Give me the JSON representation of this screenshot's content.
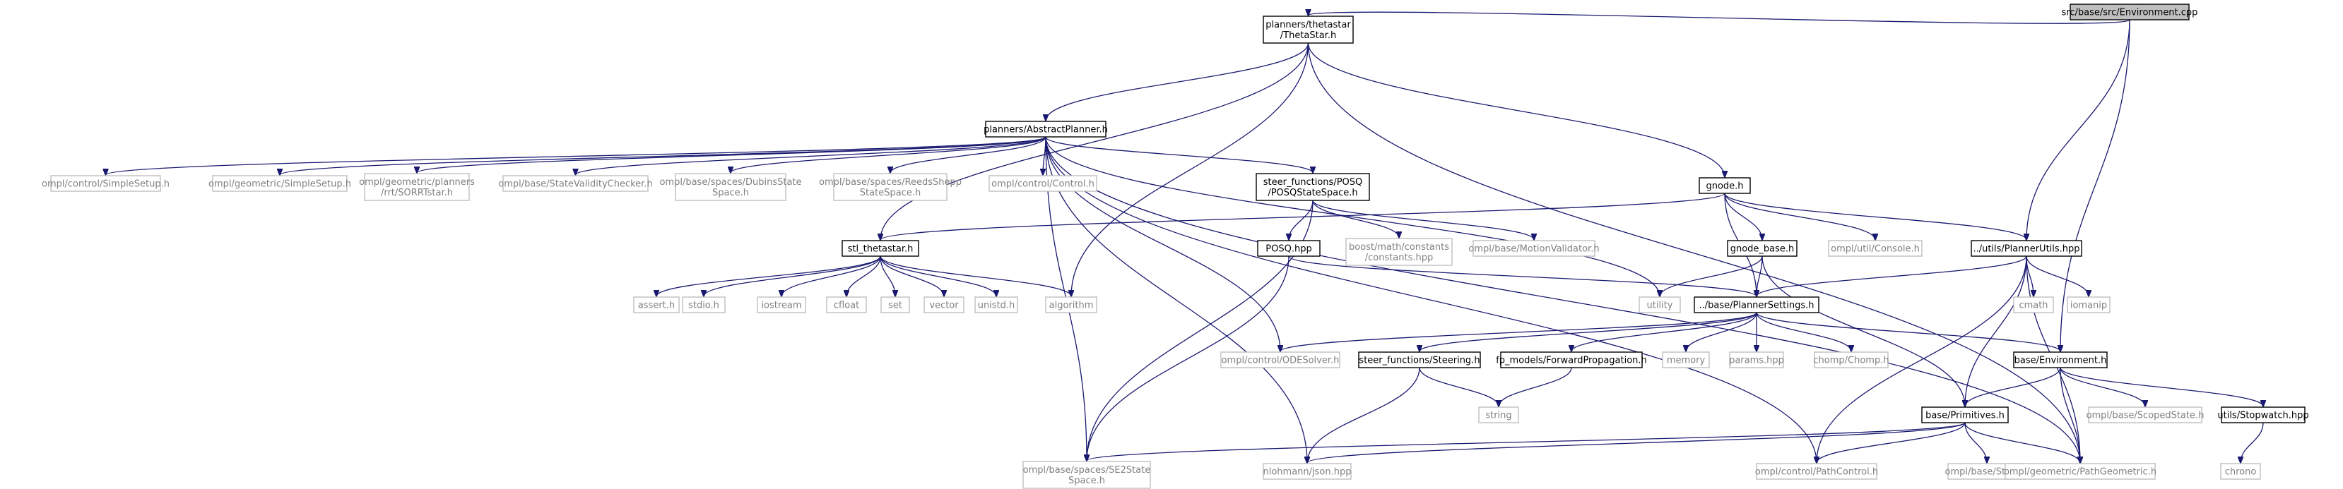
{
  "title": "src/base/src/Environment.cpp",
  "colors": {
    "edge": "#191970",
    "root_fill": "#bfbfbf",
    "root_border": "#000000",
    "local_border": "#000000",
    "system_border": "#bfbfbf",
    "local_text": "#000000",
    "system_text": "#808080"
  },
  "nodes": [
    {
      "id": "root",
      "kind": "root",
      "lines": [
        "src/base/src/Environment.cpp"
      ]
    },
    {
      "id": "thetastar",
      "kind": "local",
      "lines": [
        "planners/thetastar",
        "/ThetaStar.h"
      ]
    },
    {
      "id": "abstract",
      "kind": "local",
      "lines": [
        "planners/AbstractPlanner.h"
      ]
    },
    {
      "id": "ctrl_simple",
      "kind": "system",
      "lines": [
        "ompl/control/SimpleSetup.h"
      ]
    },
    {
      "id": "geo_simple",
      "kind": "system",
      "lines": [
        "ompl/geometric/SimpleSetup.h"
      ]
    },
    {
      "id": "sorrt",
      "kind": "system",
      "lines": [
        "ompl/geometric/planners",
        "/rrt/SORRTstar.h"
      ]
    },
    {
      "id": "svc",
      "kind": "system",
      "lines": [
        "ompl/base/StateValidityChecker.h"
      ]
    },
    {
      "id": "dubins",
      "kind": "system",
      "lines": [
        "ompl/base/spaces/DubinsState",
        "Space.h"
      ]
    },
    {
      "id": "reeds",
      "kind": "system",
      "lines": [
        "ompl/base/spaces/ReedsShepp",
        "StateSpace.h"
      ]
    },
    {
      "id": "ctrl_control",
      "kind": "system",
      "lines": [
        "ompl/control/Control.h"
      ]
    },
    {
      "id": "posq_space",
      "kind": "local",
      "lines": [
        "steer_functions/POSQ",
        "/POSQStateSpace.h"
      ]
    },
    {
      "id": "gnode",
      "kind": "local",
      "lines": [
        "gnode.h"
      ]
    },
    {
      "id": "stl_theta",
      "kind": "local",
      "lines": [
        "stl_thetastar.h"
      ]
    },
    {
      "id": "posq_hpp",
      "kind": "local",
      "lines": [
        "POSQ.hpp"
      ]
    },
    {
      "id": "boost_const",
      "kind": "system",
      "lines": [
        "boost/math/constants",
        "/constants.hpp"
      ]
    },
    {
      "id": "motionval",
      "kind": "system",
      "lines": [
        "ompl/base/MotionValidator.h"
      ]
    },
    {
      "id": "gnode_base",
      "kind": "local",
      "lines": [
        "gnode_base.h"
      ]
    },
    {
      "id": "console",
      "kind": "system",
      "lines": [
        "ompl/util/Console.h"
      ]
    },
    {
      "id": "plannerutils",
      "kind": "local",
      "lines": [
        "../utils/PlannerUtils.hpp"
      ]
    },
    {
      "id": "assert",
      "kind": "system",
      "lines": [
        "assert.h"
      ]
    },
    {
      "id": "stdio",
      "kind": "system",
      "lines": [
        "stdio.h"
      ]
    },
    {
      "id": "iostream",
      "kind": "system",
      "lines": [
        "iostream"
      ]
    },
    {
      "id": "cfloat",
      "kind": "system",
      "lines": [
        "cfloat"
      ]
    },
    {
      "id": "set",
      "kind": "system",
      "lines": [
        "set"
      ]
    },
    {
      "id": "vector",
      "kind": "system",
      "lines": [
        "vector"
      ]
    },
    {
      "id": "unistd",
      "kind": "system",
      "lines": [
        "unistd.h"
      ]
    },
    {
      "id": "algorithm",
      "kind": "system",
      "lines": [
        "algorithm"
      ]
    },
    {
      "id": "utility",
      "kind": "system",
      "lines": [
        "utility"
      ]
    },
    {
      "id": "plannersettings",
      "kind": "local",
      "lines": [
        "../base/PlannerSettings.h"
      ]
    },
    {
      "id": "cmath",
      "kind": "system",
      "lines": [
        "cmath"
      ]
    },
    {
      "id": "iomanip",
      "kind": "system",
      "lines": [
        "iomanip"
      ]
    },
    {
      "id": "odesolver",
      "kind": "system",
      "lines": [
        "ompl/control/ODESolver.h"
      ]
    },
    {
      "id": "steering",
      "kind": "local",
      "lines": [
        "steer_functions/Steering.h"
      ]
    },
    {
      "id": "fwdprop",
      "kind": "local",
      "lines": [
        "fp_models/ForwardPropagation.h"
      ]
    },
    {
      "id": "memory",
      "kind": "system",
      "lines": [
        "memory"
      ]
    },
    {
      "id": "params",
      "kind": "system",
      "lines": [
        "params.hpp"
      ]
    },
    {
      "id": "chomp",
      "kind": "system",
      "lines": [
        "chomp/Chomp.h"
      ]
    },
    {
      "id": "environment",
      "kind": "local",
      "lines": [
        "base/Environment.h"
      ]
    },
    {
      "id": "string",
      "kind": "system",
      "lines": [
        "string"
      ]
    },
    {
      "id": "primitives",
      "kind": "local",
      "lines": [
        "base/Primitives.h"
      ]
    },
    {
      "id": "scopedstate",
      "kind": "system",
      "lines": [
        "ompl/base/ScopedState.h"
      ]
    },
    {
      "id": "stopwatch",
      "kind": "local",
      "lines": [
        "utils/Stopwatch.hpp"
      ]
    },
    {
      "id": "se2",
      "kind": "system",
      "lines": [
        "ompl/base/spaces/SE2State",
        "Space.h"
      ]
    },
    {
      "id": "json",
      "kind": "system",
      "lines": [
        "nlohmann/json.hpp"
      ]
    },
    {
      "id": "pathcontrol",
      "kind": "system",
      "lines": [
        "ompl/control/PathControl.h"
      ]
    },
    {
      "id": "state",
      "kind": "system",
      "lines": [
        "ompl/base/State.h"
      ]
    },
    {
      "id": "pathgeo",
      "kind": "system",
      "lines": [
        "ompl/geometric/PathGeometric.h"
      ]
    },
    {
      "id": "chrono",
      "kind": "system",
      "lines": [
        "chrono"
      ]
    }
  ],
  "edges": [
    [
      "root",
      "thetastar"
    ],
    [
      "root",
      "plannerutils"
    ],
    [
      "root",
      "environment"
    ],
    [
      "thetastar",
      "abstract"
    ],
    [
      "thetastar",
      "stl_theta"
    ],
    [
      "thetastar",
      "algorithm"
    ],
    [
      "thetastar",
      "gnode"
    ],
    [
      "thetastar",
      "pathgeo"
    ],
    [
      "abstract",
      "ctrl_simple"
    ],
    [
      "abstract",
      "geo_simple"
    ],
    [
      "abstract",
      "sorrt"
    ],
    [
      "abstract",
      "svc"
    ],
    [
      "abstract",
      "dubins"
    ],
    [
      "abstract",
      "reeds"
    ],
    [
      "abstract",
      "ctrl_control"
    ],
    [
      "abstract",
      "posq_space"
    ],
    [
      "abstract",
      "se2"
    ],
    [
      "abstract",
      "json"
    ],
    [
      "abstract",
      "pathcontrol"
    ],
    [
      "abstract",
      "odesolver"
    ],
    [
      "abstract",
      "pathgeo"
    ],
    [
      "abstract",
      "utility"
    ],
    [
      "posq_space",
      "posq_hpp"
    ],
    [
      "posq_space",
      "boost_const"
    ],
    [
      "posq_space",
      "motionval"
    ],
    [
      "posq_space",
      "se2"
    ],
    [
      "posq_hpp",
      "plannersettings"
    ],
    [
      "posq_hpp",
      "se2"
    ],
    [
      "gnode",
      "stl_theta"
    ],
    [
      "gnode",
      "gnode_base"
    ],
    [
      "gnode",
      "console"
    ],
    [
      "gnode",
      "plannerutils"
    ],
    [
      "gnode",
      "plannersettings"
    ],
    [
      "stl_theta",
      "assert"
    ],
    [
      "stl_theta",
      "stdio"
    ],
    [
      "stl_theta",
      "iostream"
    ],
    [
      "stl_theta",
      "cfloat"
    ],
    [
      "stl_theta",
      "set"
    ],
    [
      "stl_theta",
      "vector"
    ],
    [
      "stl_theta",
      "unistd"
    ],
    [
      "stl_theta",
      "algorithm"
    ],
    [
      "gnode_base",
      "utility"
    ],
    [
      "gnode_base",
      "plannersettings"
    ],
    [
      "gnode_base",
      "primitives"
    ],
    [
      "plannerutils",
      "plannersettings"
    ],
    [
      "plannerutils",
      "cmath"
    ],
    [
      "plannerutils",
      "iomanip"
    ],
    [
      "plannerutils",
      "primitives"
    ],
    [
      "plannerutils",
      "pathcontrol"
    ],
    [
      "plannerutils",
      "pathgeo"
    ],
    [
      "plannersettings",
      "odesolver"
    ],
    [
      "plannersettings",
      "steering"
    ],
    [
      "plannersettings",
      "fwdprop"
    ],
    [
      "plannersettings",
      "memory"
    ],
    [
      "plannersettings",
      "params"
    ],
    [
      "plannersettings",
      "chomp"
    ],
    [
      "plannersettings",
      "environment"
    ],
    [
      "steering",
      "string"
    ],
    [
      "steering",
      "json"
    ],
    [
      "fwdprop",
      "string"
    ],
    [
      "environment",
      "primitives"
    ],
    [
      "environment",
      "scopedstate"
    ],
    [
      "environment",
      "stopwatch"
    ],
    [
      "environment",
      "pathgeo"
    ],
    [
      "primitives",
      "se2"
    ],
    [
      "primitives",
      "json"
    ],
    [
      "primitives",
      "pathcontrol"
    ],
    [
      "primitives",
      "state"
    ],
    [
      "primitives",
      "pathgeo"
    ],
    [
      "stopwatch",
      "chrono"
    ]
  ]
}
